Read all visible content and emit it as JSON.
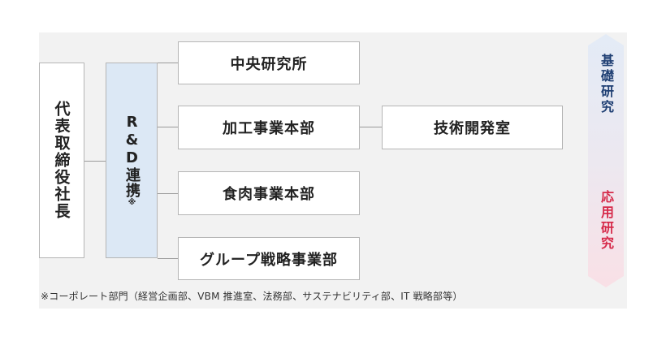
{
  "ceo_label": "代表取締役社長",
  "rd": {
    "label": "R&D連携",
    "mark": "※"
  },
  "divisions": [
    "中央研究所",
    "加工事業本部",
    "食肉事業本部",
    "グループ戦略事業部"
  ],
  "sub_division": "技術開発室",
  "arrow": {
    "top_label": "基礎研究",
    "bottom_label": "応用研究",
    "top_color": "#1f3f73",
    "bottom_color": "#d62a4a"
  },
  "footnote": "※コーポレート部門（経営企画部、VBM 推進室、法務部、サステナビリティ部、IT 戦略部等）"
}
